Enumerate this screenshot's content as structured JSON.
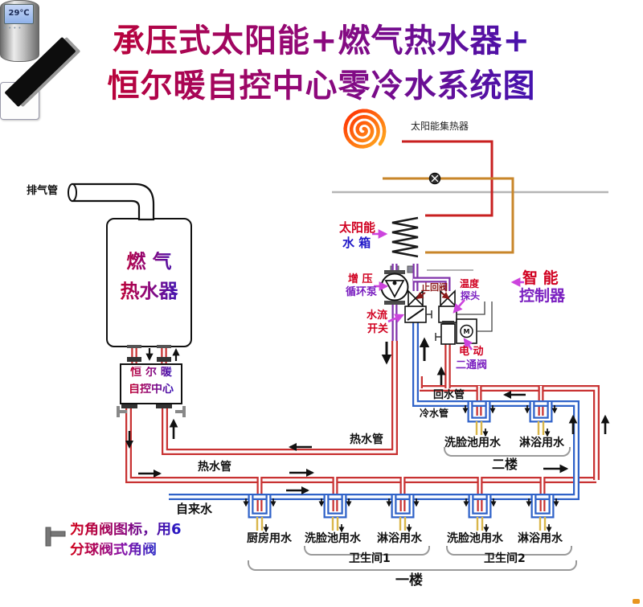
{
  "title": {
    "line1": "承压式太阳能+燃气热水器+",
    "line2": "恒尔暖自控中心零冷水系统图"
  },
  "labels": {
    "collector": "太阳能集热器",
    "exhaust": "排气管",
    "heater_l1": "燃 气",
    "heater_l2": "热水器",
    "cc_l1": "恒 尔 暖",
    "cc_l2": "自控中心",
    "tank_l1": "太阳能",
    "tank_l2": "水 箱",
    "pump_l1": "增 压",
    "pump_l2": "循环泵",
    "flow_l1": "水流",
    "flow_l2": "开关",
    "check_valve": "止回阀",
    "temp_l1": "温度",
    "temp_l2": "探头",
    "smart_l1": "智 能",
    "smart_l2": "控制器",
    "valve2_l1": "电 动",
    "valve2_l2": "二通阀",
    "return_pipe": "回水管",
    "cold_pipe": "冷水管",
    "hot_pipe_a": "热水管",
    "hot_pipe_b": "热水管",
    "tap_water": "自来水",
    "floor2": "二楼",
    "floor1": "一楼",
    "bathroom1": "卫生间1",
    "bathroom2": "卫生间2",
    "legend_l1": "为角阀图标，用6",
    "legend_l2": "分球阀式角阀",
    "lcd": "29℃",
    "motor": "M"
  },
  "fixtures": {
    "floor2": [
      "洗脸池用水",
      "淋浴用水"
    ],
    "floor1": [
      "厨房用水",
      "洗脸池用水",
      "淋浴用水",
      "洗脸池用水",
      "淋浴用水"
    ]
  },
  "colors": {
    "pipe_hot": "#c83232",
    "pipe_cold": "#2f62c8",
    "pipe_solar_hot": "#c82020",
    "pipe_solar_return": "#c8862a",
    "pipe_tank": "#8033aa",
    "pipe_tap": "#d9b64a",
    "label_red": "#d00020",
    "label_purple": "#7a1fc0",
    "label_dark_red": "#8b1818",
    "arrow_black": "#111111",
    "arrow_magenta": "#cc44dd"
  }
}
